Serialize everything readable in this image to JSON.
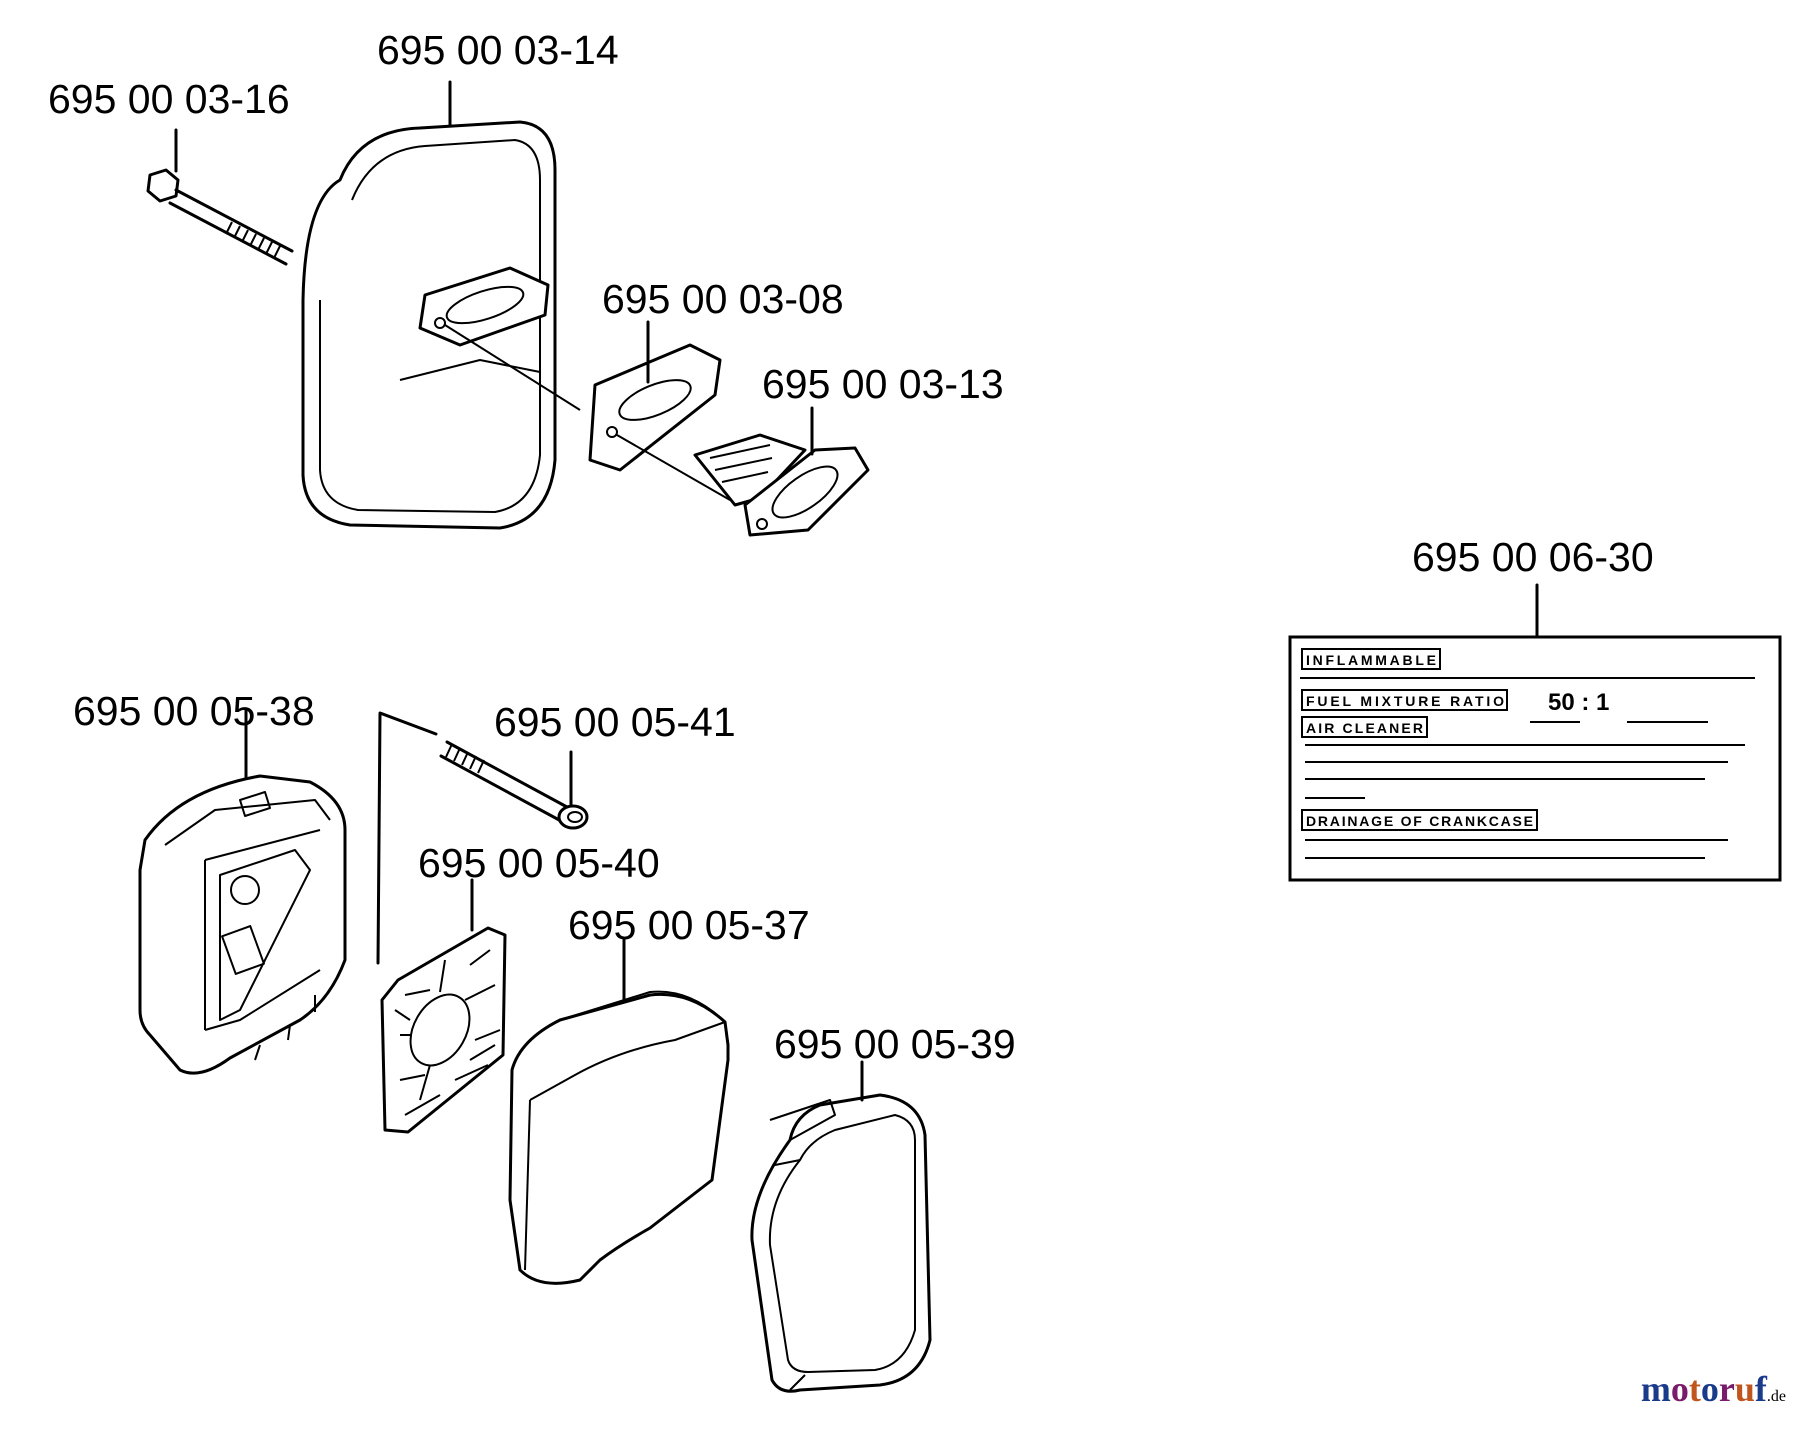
{
  "parts": {
    "p0316": "695 00 03-16",
    "p0314": "695 00 03-14",
    "p0308": "695 00 03-08",
    "p0313": "695 00 03-13",
    "p0630": "695 00 06-30",
    "p0538": "695 00 05-38",
    "p0541": "695 00 05-41",
    "p0540": "695 00 05-40",
    "p0537": "695 00 05-37",
    "p0539": "695 00 05-39"
  },
  "decal": {
    "row1_label": "INFLAMMABLE",
    "row2_label": "FUEL MIXTURE RATIO",
    "ratio": "50 : 1",
    "row3_label": "AIR CLEANER",
    "row4_label": "DRAINAGE OF CRANKCASE"
  },
  "watermark": {
    "brand": "motoruf",
    "tld": ".de",
    "colors": [
      "#1a3a8a",
      "#7a1a6a",
      "#c0561e"
    ]
  }
}
